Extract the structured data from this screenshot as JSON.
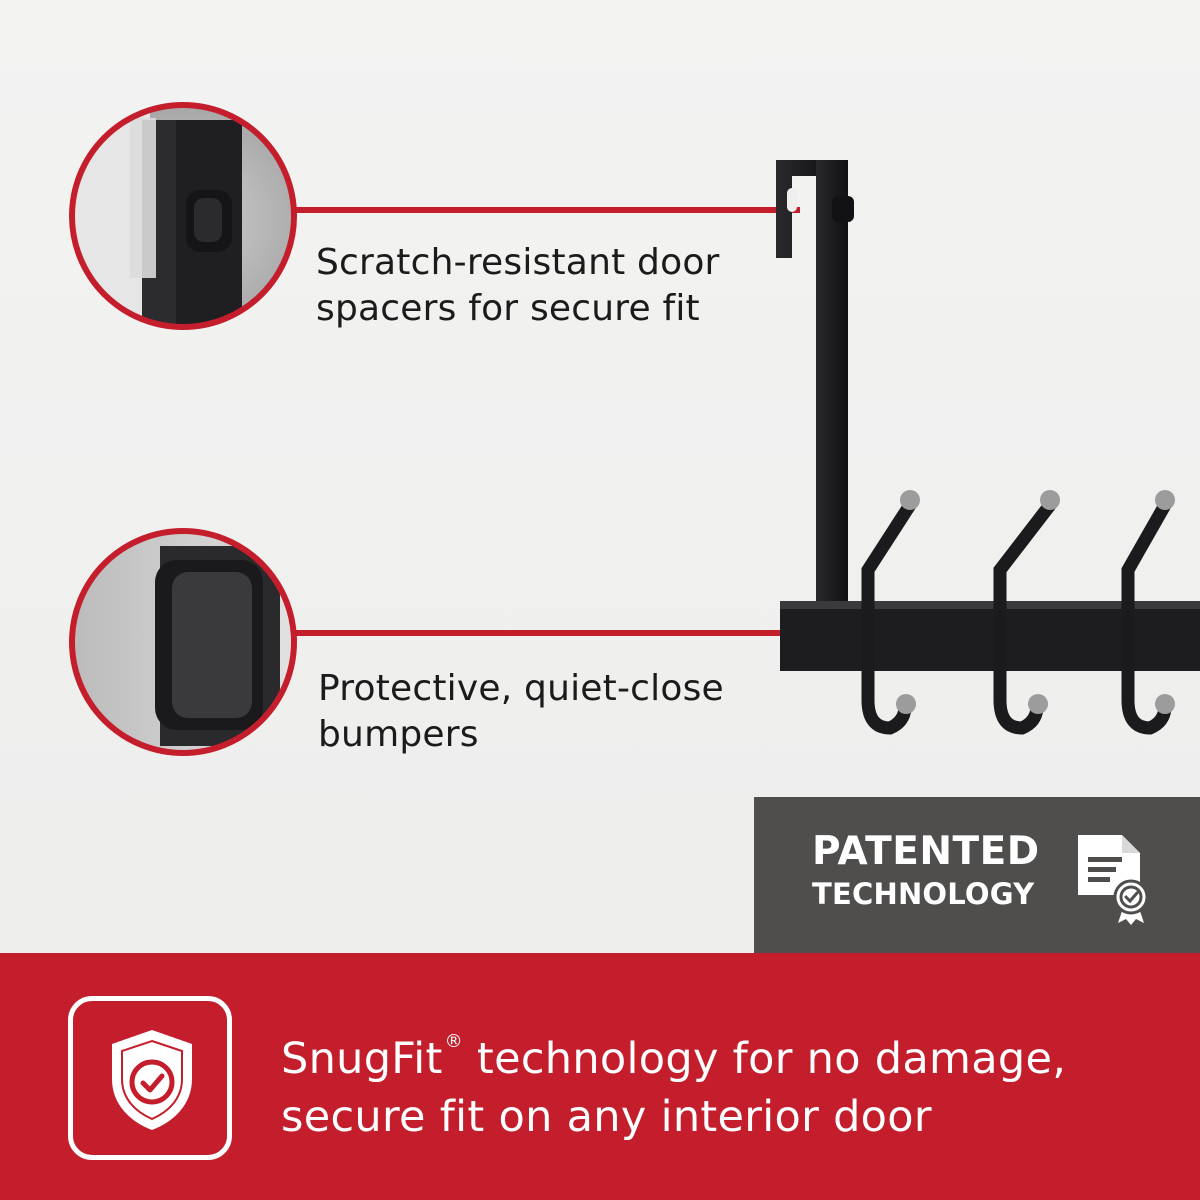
{
  "callouts": [
    {
      "lines": [
        "Scratch-resistant door",
        "spacers for secure fit"
      ]
    },
    {
      "lines": [
        "Protective, quiet-close",
        "bumpers"
      ]
    }
  ],
  "badge": {
    "line1": "PATENTED",
    "line2": "TECHNOLOGY",
    "icon": "certificate-icon"
  },
  "banner": {
    "brand": "SnugFit",
    "registered_mark": "®",
    "line1_rest": "technology for no damage,",
    "line2": "secure fit on any interior door",
    "icon": "shield-check-icon"
  },
  "colors": {
    "accent_red": "#c41e2c",
    "badge_gray": "#4f4e4d",
    "text_dark": "#1b1b1b",
    "product_black": "#1d1d1f"
  }
}
